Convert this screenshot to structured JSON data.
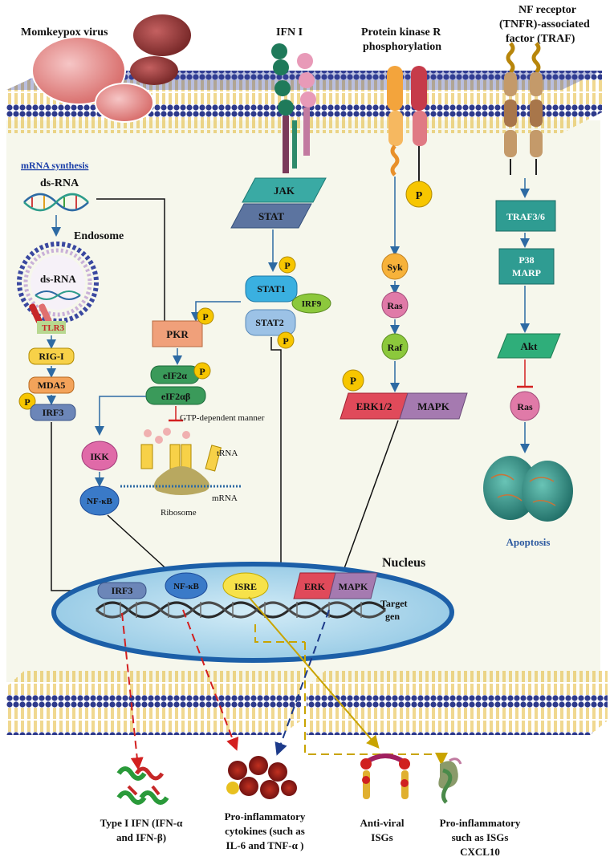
{
  "top_labels": {
    "virus": "Momkeypox virus",
    "ifn": "IFN I",
    "pkr_title_1": "Protein kinase R",
    "pkr_title_2": "phosphorylation",
    "traf_title_1": "NF receptor",
    "traf_title_2": "(TNFR)-associated",
    "traf_title_3": "factor (TRAF)"
  },
  "left_path": {
    "mrna_synthesis": "mRNA synthesis",
    "dsrna_top": "ds-RNA",
    "endosome": "Endosome",
    "dsrna_inner": "ds-RNA",
    "tlr3": "TLR3",
    "rigi": "RIG-I",
    "mda5": "MDA5",
    "irf3": "IRF3",
    "p": "P"
  },
  "center_path": {
    "jak": "JAK",
    "stat": "STAT",
    "stat1": "STAT1",
    "stat2": "STAT2",
    "irf9": "IRF9",
    "pkr": "PKR",
    "eif2a": "eIF2α",
    "eif2ab": "eIF2αβ",
    "gtp": "GTP-dependent manner",
    "trna": "tRNA",
    "mrna": "mRNA",
    "ribosome": "Ribosome",
    "ikk": "IKK",
    "nfkb": "NF-κB",
    "p": "P"
  },
  "pkr_path": {
    "syk": "Syk",
    "ras": "Ras",
    "raf": "Raf",
    "erk": "ERK1/2",
    "mapk": "MAPK",
    "p": "P"
  },
  "traf_path": {
    "traf36": "TRAF3/6",
    "p38_1": "P38",
    "p38_2": "MARP",
    "akt": "Akt",
    "ras": "Ras",
    "apoptosis": "Apoptosis"
  },
  "nucleus": {
    "label": "Nucleus",
    "irf3": "IRF3",
    "nfkb": "NF-κB",
    "isre": "ISRE",
    "erk": "ERK",
    "mapk": "MAPK",
    "target_1": "Target",
    "target_2": "gen"
  },
  "outputs": [
    {
      "line1": "Type I IFN (IFN-α",
      "line2": "and IFN-β)",
      "line3": ""
    },
    {
      "line1": "Pro-inflammatory",
      "line2": "cytokines (such as",
      "line3": "IL-6 and TNF-α )"
    },
    {
      "line1": "Anti-viral",
      "line2": "ISGs",
      "line3": ""
    },
    {
      "line1": "Pro-inflammatory",
      "line2": "such as ISGs",
      "line3": "CXCL10"
    }
  ],
  "colors": {
    "membrane_head": "#2e3a8c",
    "membrane_tail": "#e8b820",
    "cytoplasm": "#f6f7ec",
    "nucleus": "#a9d4ea",
    "nucleus_border": "#1c5fa8",
    "teal_box": "#2f9c92",
    "phospho": "#f7c600",
    "pink_node": "#e07aa8",
    "orange_node": "#f7b23a",
    "arrow_blue": "#2d6aa3",
    "arrow_red": "#d32020",
    "arrow_gold": "#c9a400"
  }
}
